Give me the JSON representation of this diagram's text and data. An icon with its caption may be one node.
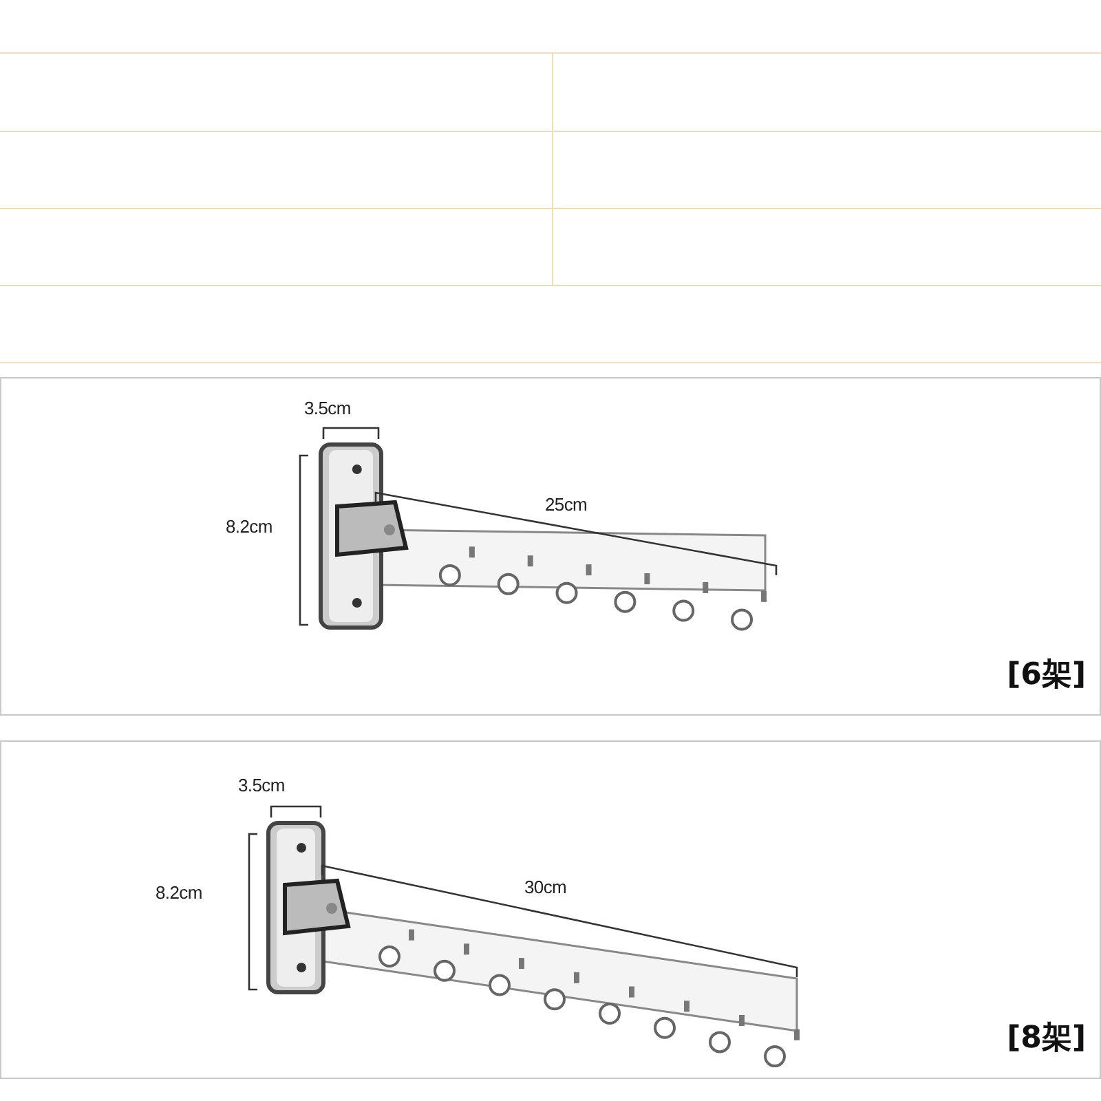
{
  "diagram": {
    "labels": [
      "3.5cm",
      "8.2cm",
      "25cm",
      "[6架]",
      "3.5cm",
      "8.2cm",
      "30cm",
      "[8架]"
    ]
  }
}
